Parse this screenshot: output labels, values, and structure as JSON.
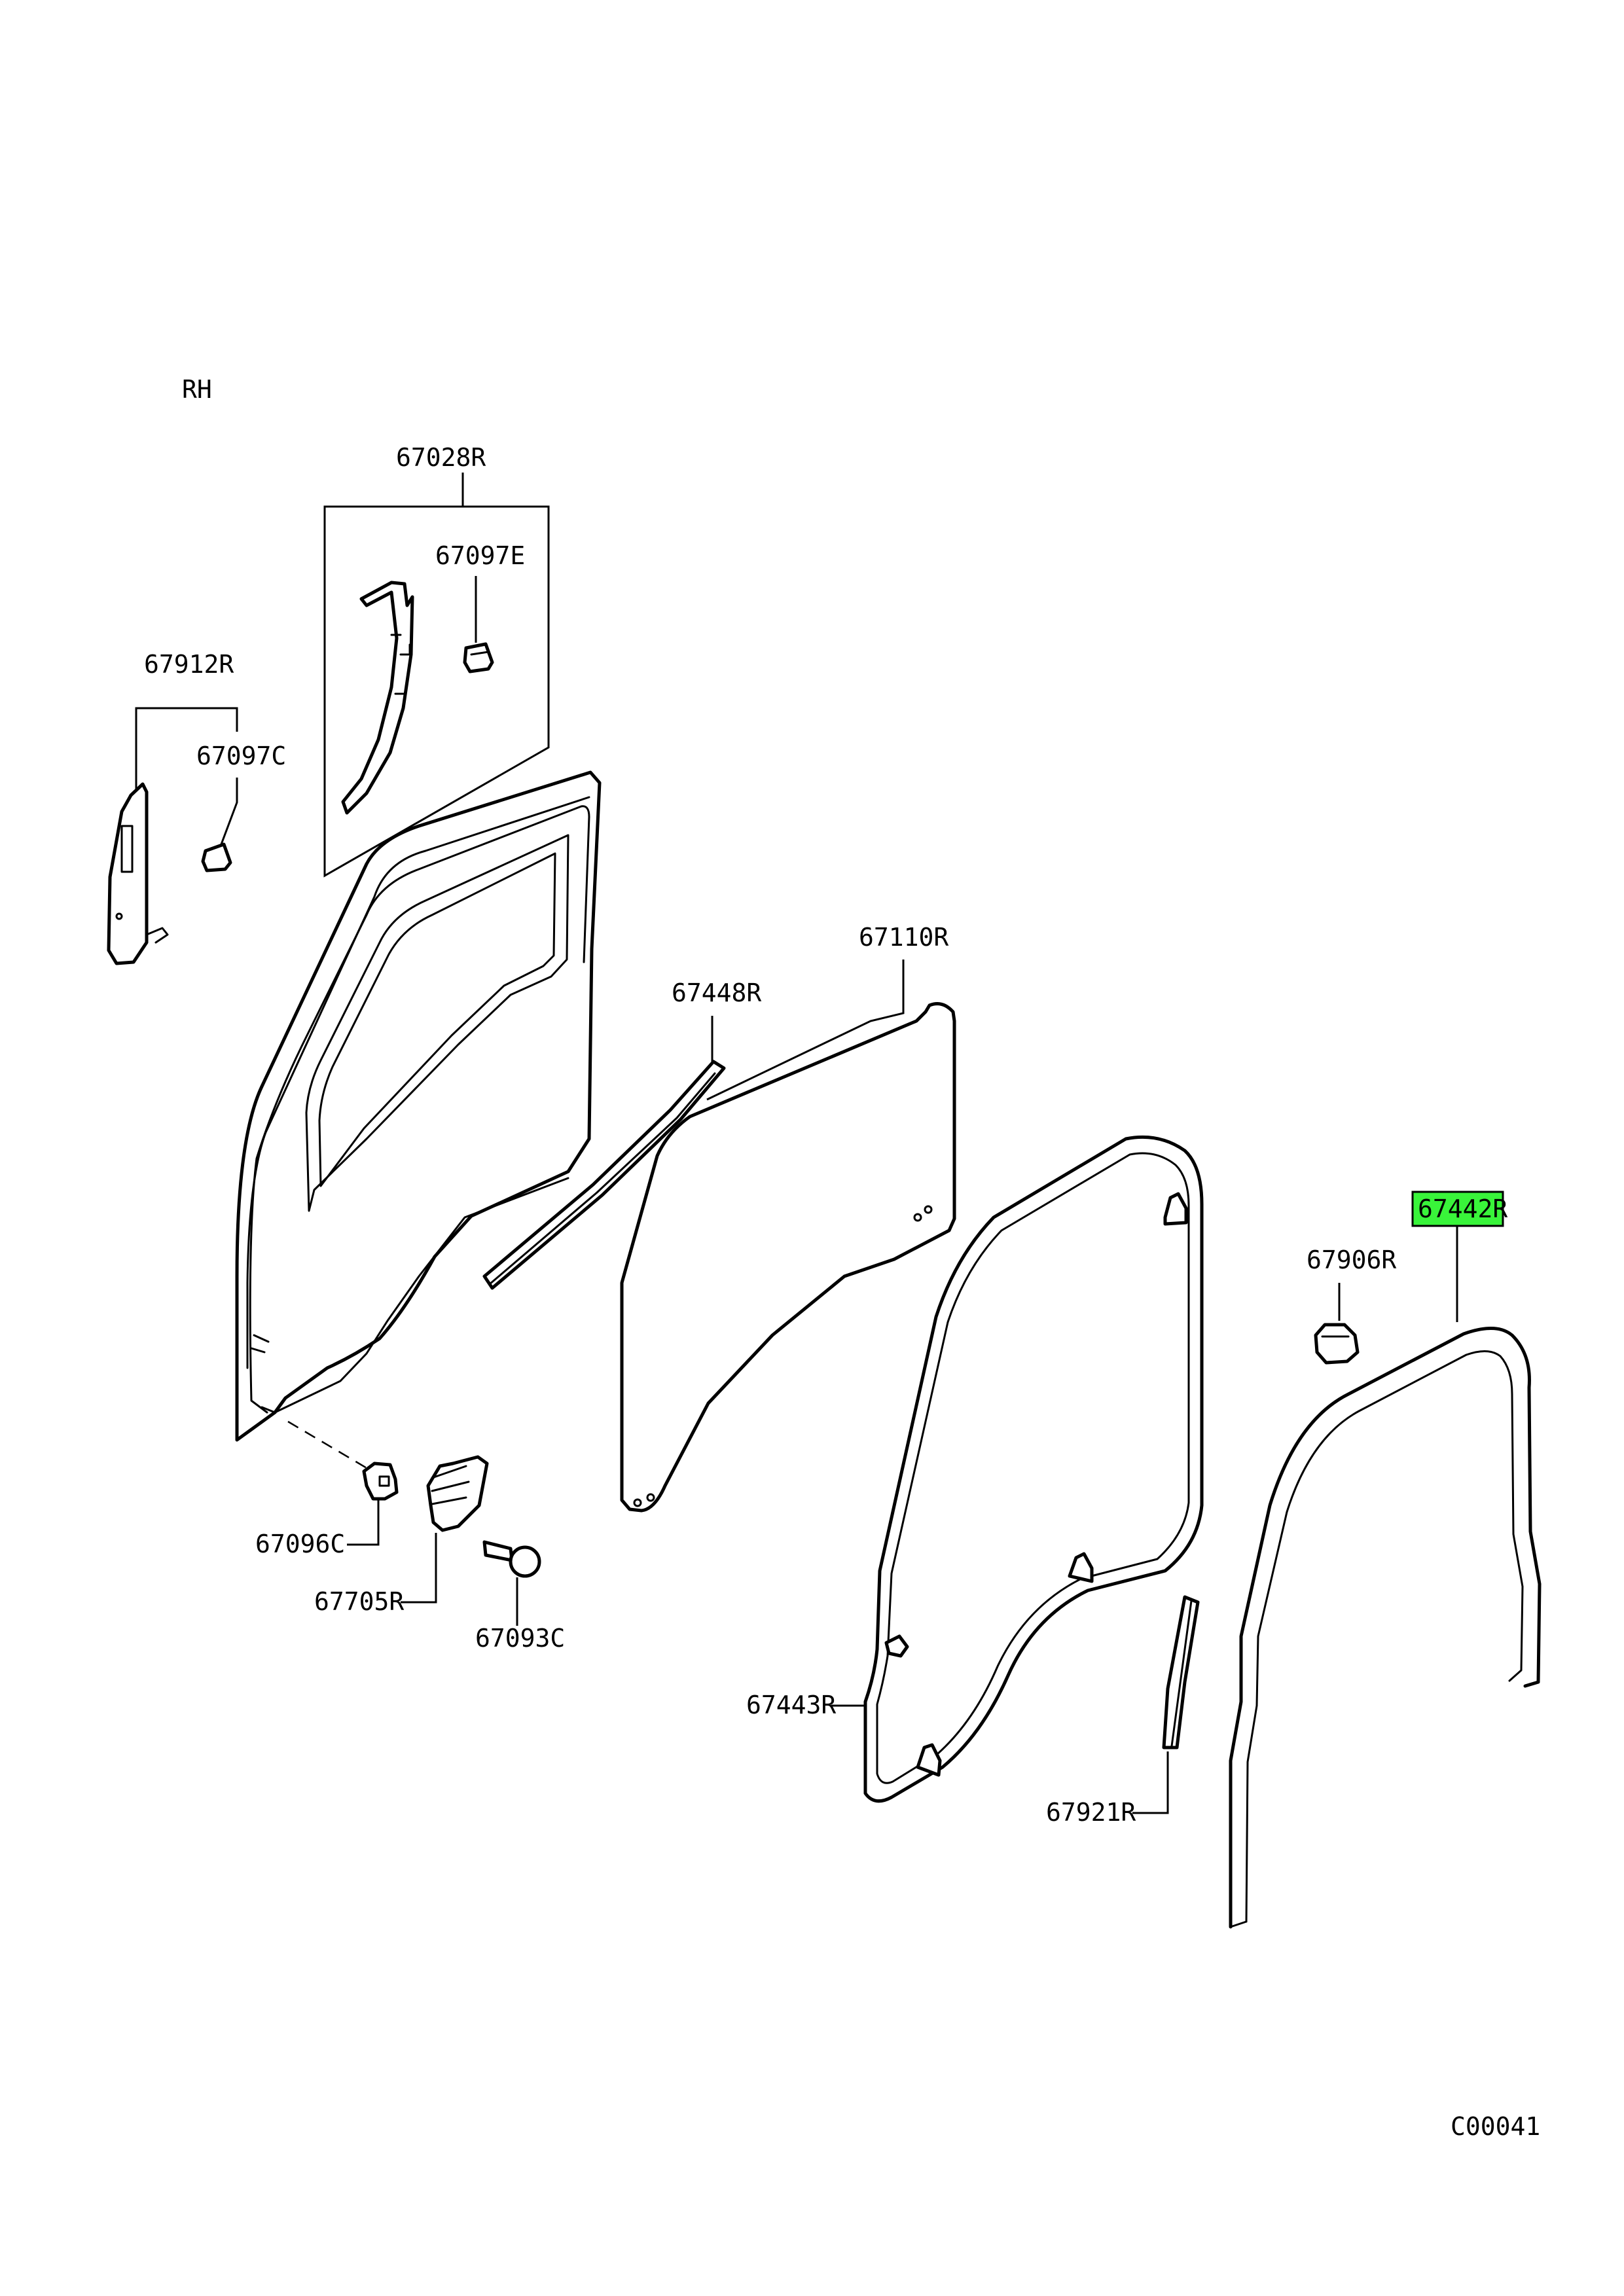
{
  "side_label": "RH",
  "diagram_code": "C00041",
  "colors": {
    "highlight": "#39f43a",
    "line": "#000000",
    "background": "#ffffff"
  },
  "callouts": {
    "p67028R": "67028R",
    "p67097E": "67097E",
    "p67912R": "67912R",
    "p67097C": "67097C",
    "p67110R": "67110R",
    "p67448R": "67448R",
    "p67442R": "67442R",
    "p67906R": "67906R",
    "p67096C": "67096C",
    "p67705R": "67705R",
    "p67093C": "67093C",
    "p67443R": "67443R",
    "p67921R": "67921R"
  },
  "highlighted_part": "67442R"
}
